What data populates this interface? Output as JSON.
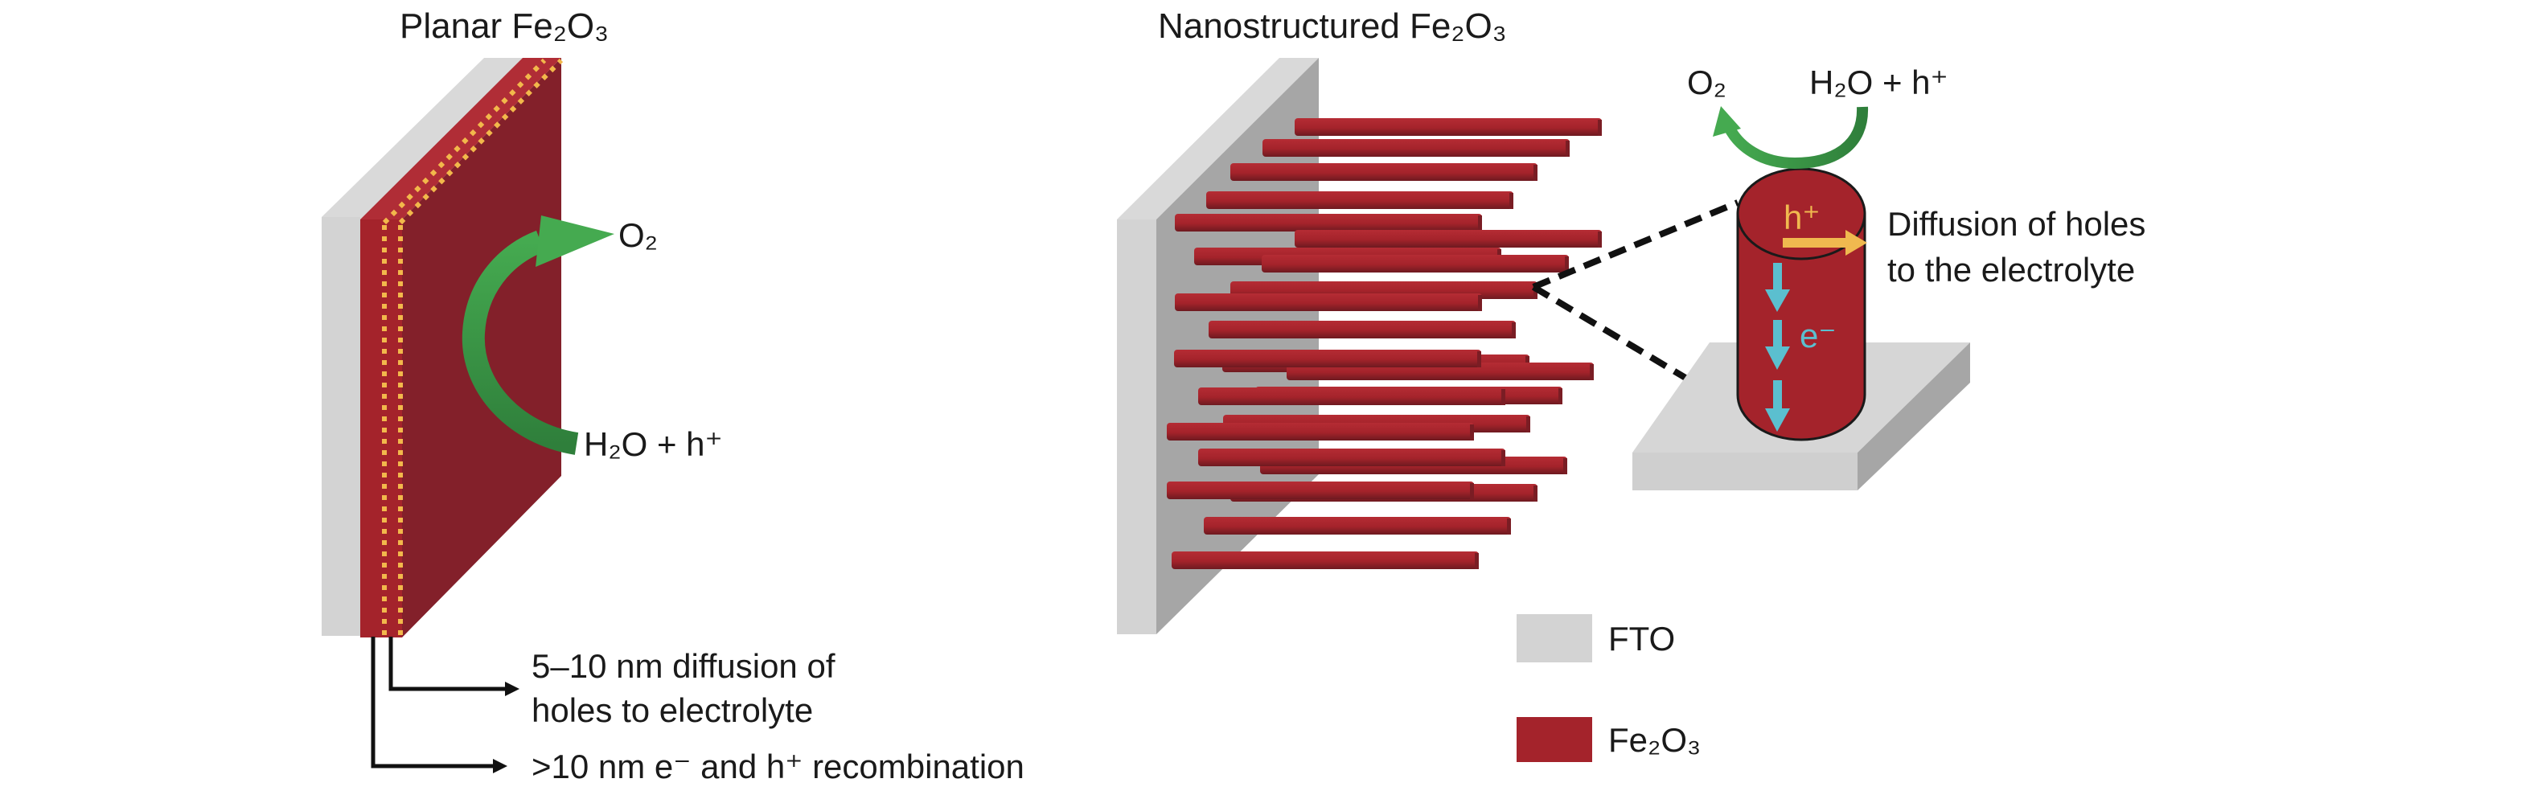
{
  "planar": {
    "title": "Planar Fe₂O₃",
    "product": "O₂",
    "reactant": "H₂O + h⁺",
    "annotation_diffusion_line1": "5–10 nm diffusion of",
    "annotation_diffusion_line2": "holes to electrolyte",
    "annotation_recombination": ">10 nm e⁻ and h⁺ recombination"
  },
  "nanostructured": {
    "title": "Nanostructured Fe₂O₃",
    "product": "O₂",
    "reactant": "H₂O + h⁺",
    "hole_label": "h⁺",
    "electron_label": "e⁻",
    "diffusion_line1": "Diffusion of holes",
    "diffusion_line2": "to the electrolyte"
  },
  "legend": [
    {
      "label": "FTO",
      "color": "#d3d3d3"
    },
    {
      "label": "Fe₂O₃",
      "color": "#a4232b"
    }
  ],
  "colors": {
    "fe2o3": "#a4232b",
    "fe2o3_dark": "#83202a",
    "fto_light": "#d3d3d3",
    "fto_dark": "#a6a6a6",
    "oxygen_arrow": "#3fa34d",
    "hole": "#f0b94f",
    "electron": "#5bbfcf"
  }
}
